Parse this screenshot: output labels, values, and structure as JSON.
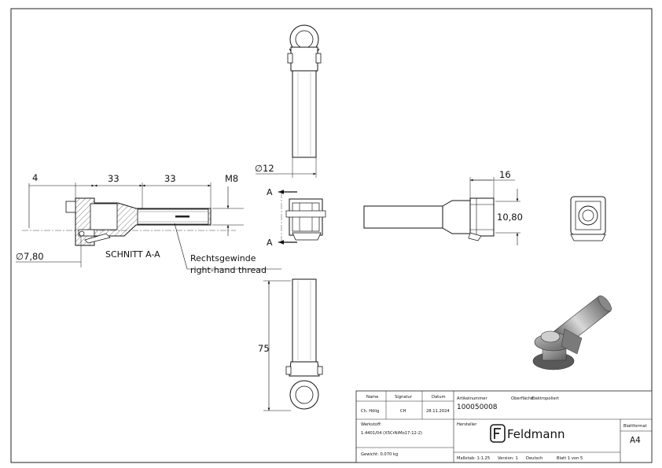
{
  "dimensions": {
    "d4": "4",
    "d33_left": "33",
    "d33_right": "33",
    "dM8": "M8",
    "dDia780": "∅7,80",
    "dDia12": "∅12",
    "d16": "16",
    "d1080": "10,80",
    "d75": "75"
  },
  "section": {
    "label": "SCHNITT A-A",
    "marker": "A",
    "thread_de": "Rechtsgewinde",
    "thread_en": "right-hand thread"
  },
  "title_block": {
    "h_name": "Name",
    "h_signatur": "Signatur",
    "h_datum": "Datum",
    "v_name": "Ch. Hölig",
    "v_signatur": "CH",
    "v_datum": "28.11.2024",
    "artikel_label": "Artikelnummer",
    "artikel_value": "100050008",
    "oberflaeche_label": "Oberfläche:",
    "oberflaeche_value": "Elektropoliert",
    "werkstoff_label": "Werkstoff:",
    "werkstoff_value": "1.4401/04 (X5CrNiMo17-12-2)",
    "hersteller_label": "Hersteller",
    "brand_name": "Feldmann",
    "blattformat_label": "Blattformat",
    "blattformat_value": "A4",
    "gewicht": "Gewicht: 0.070 kg",
    "massstab": "Maßstab: 1:1.25",
    "version": "Version: 1",
    "sprache": "Deutsch",
    "blatt": "Blatt 1 von 5"
  }
}
